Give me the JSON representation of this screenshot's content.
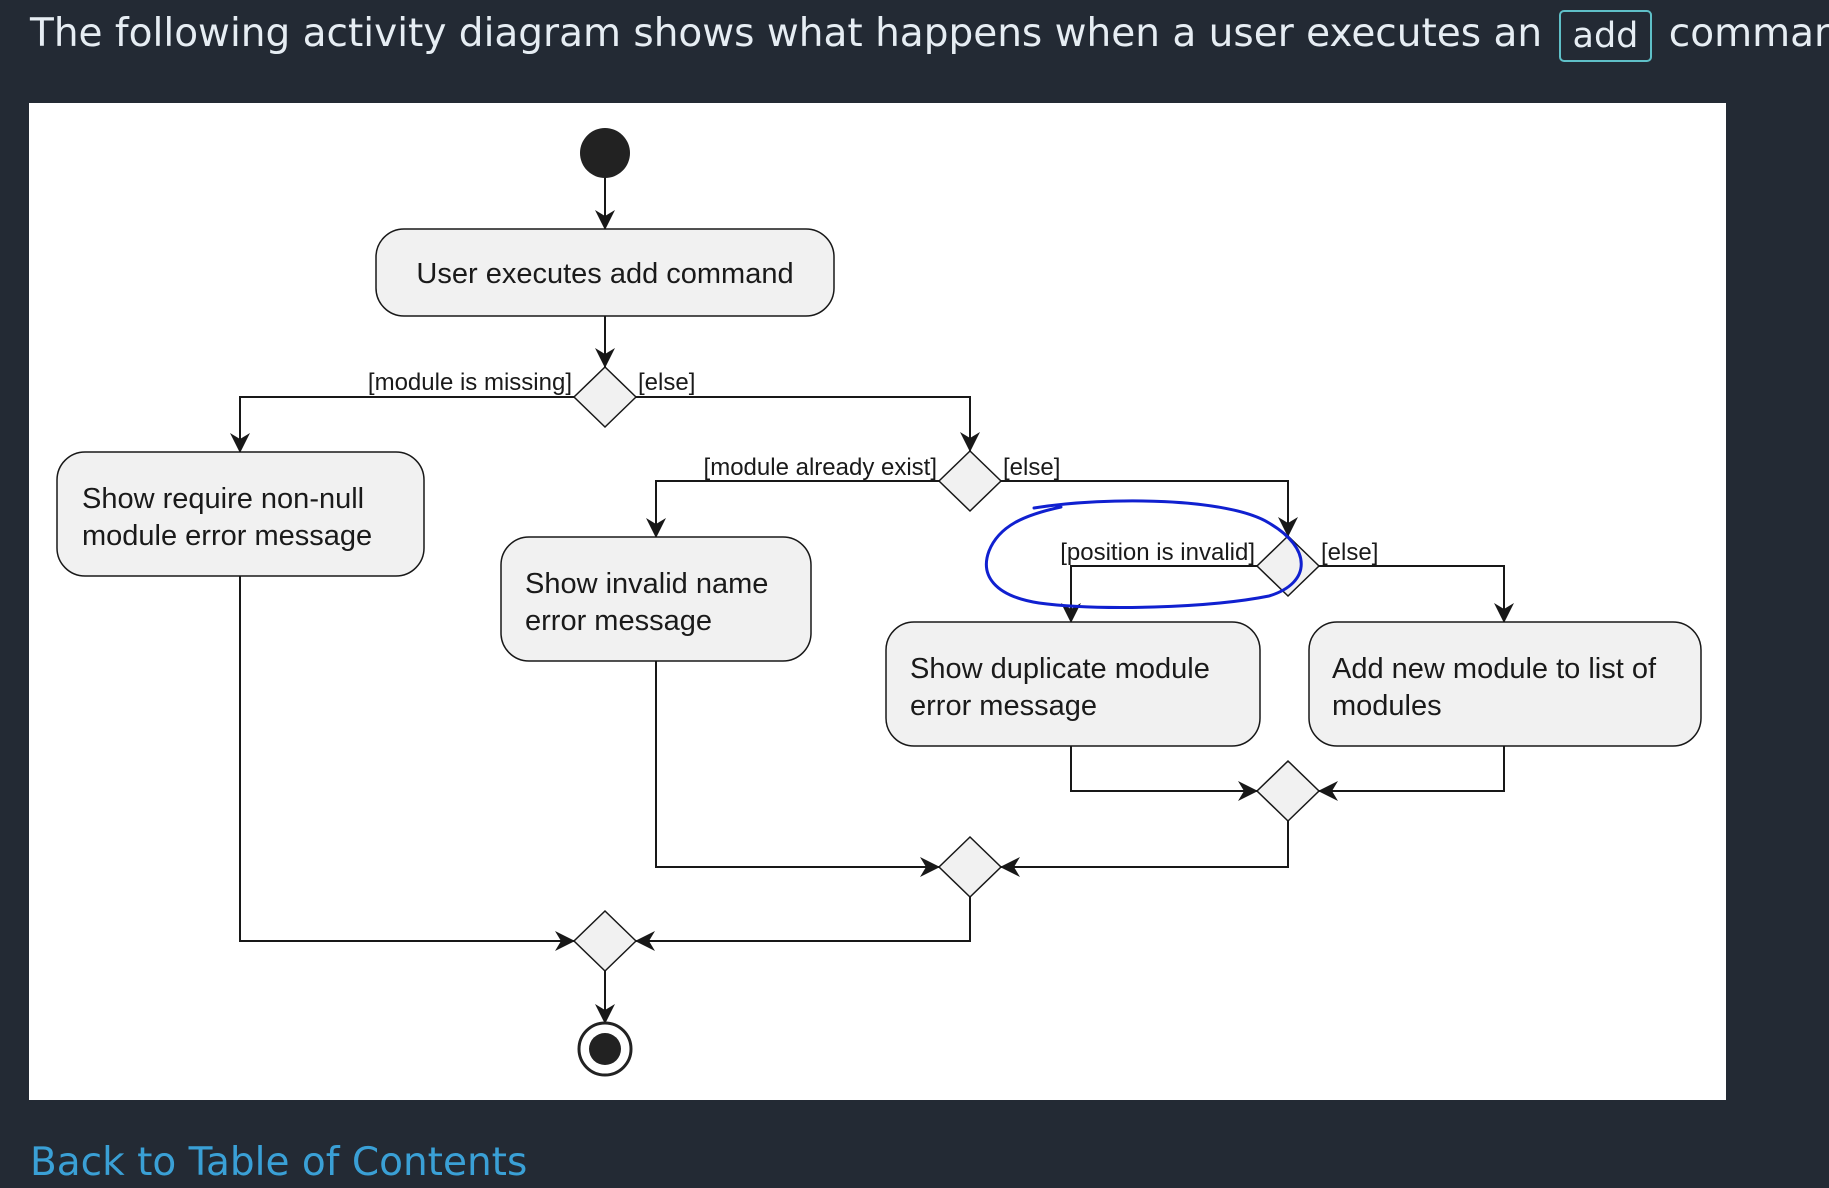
{
  "intro": {
    "before": "The following activity diagram shows what happens when a user executes an",
    "code": "add",
    "after": "command:"
  },
  "diagram": {
    "nodes": {
      "user_executes": "User executes add command",
      "require_non_null": [
        "Show require non-null",
        "module error message"
      ],
      "invalid_name": [
        "Show invalid name",
        "error message"
      ],
      "duplicate_module": [
        "Show duplicate module",
        "error message"
      ],
      "add_new_module": [
        "Add new module to list of",
        "modules"
      ]
    },
    "guards": {
      "module_missing": "[module is missing]",
      "else_1": "[else]",
      "module_exists": "[module already exist]",
      "else_2": "[else]",
      "position_invalid": "[position is invalid]",
      "else_3": "[else]"
    },
    "colors": {
      "node_fill": "#f1f1f1",
      "node_stroke": "#181818",
      "annotation": "#1020d0"
    }
  },
  "footer": {
    "back_link": "Back to Table of Contents"
  }
}
